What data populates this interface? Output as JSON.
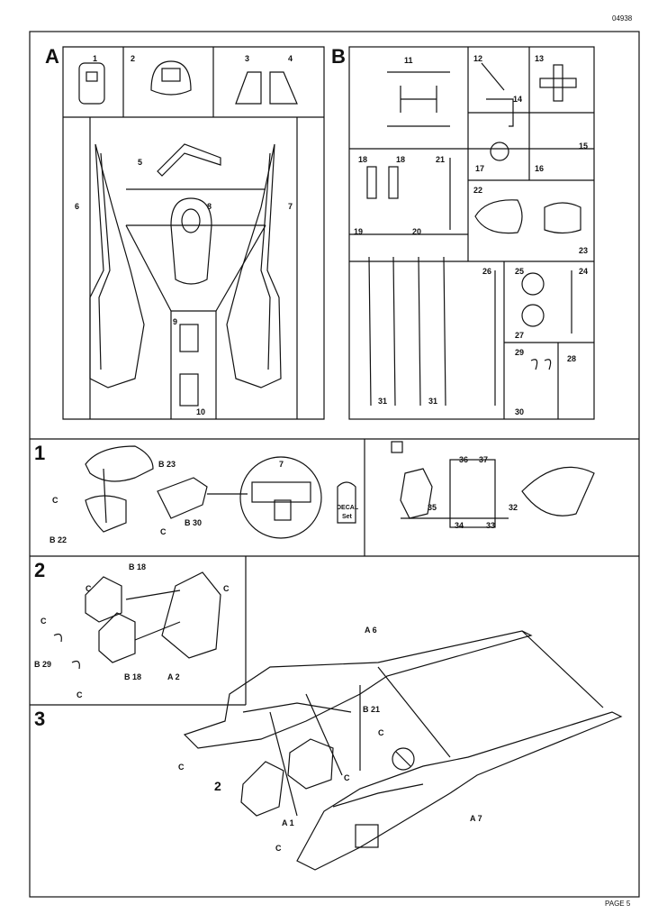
{
  "header": {
    "catalog_no": "04938"
  },
  "footer": {
    "page": "PAGE 5"
  },
  "sprue_a": {
    "letter": "A",
    "parts": [
      "1",
      "2",
      "3",
      "4",
      "5",
      "6",
      "7",
      "8",
      "9",
      "10"
    ]
  },
  "sprue_b": {
    "letter": "B",
    "parts": [
      "11",
      "12",
      "13",
      "14",
      "15",
      "16",
      "17",
      "18",
      "18",
      "19",
      "20",
      "21",
      "22",
      "23",
      "24",
      "25",
      "26",
      "27",
      "28",
      "29",
      "30",
      "31",
      "31"
    ]
  },
  "step1": {
    "number": "1",
    "refs": [
      "B 23",
      "B 22",
      "B 30"
    ],
    "detail_part": "7",
    "decal_label": "DECAL",
    "decal_sub": "Set"
  },
  "step_clear": {
    "parts": [
      "36",
      "37",
      "35",
      "34",
      "33",
      "32"
    ]
  },
  "step2": {
    "number": "2",
    "refs": [
      "B 18",
      "B 29",
      "B 18",
      "A 2"
    ]
  },
  "step3": {
    "number": "3",
    "refs": [
      "A 6",
      "B 21",
      "A 1",
      "A 7"
    ],
    "subassembly": "2"
  },
  "cement_label": "C"
}
